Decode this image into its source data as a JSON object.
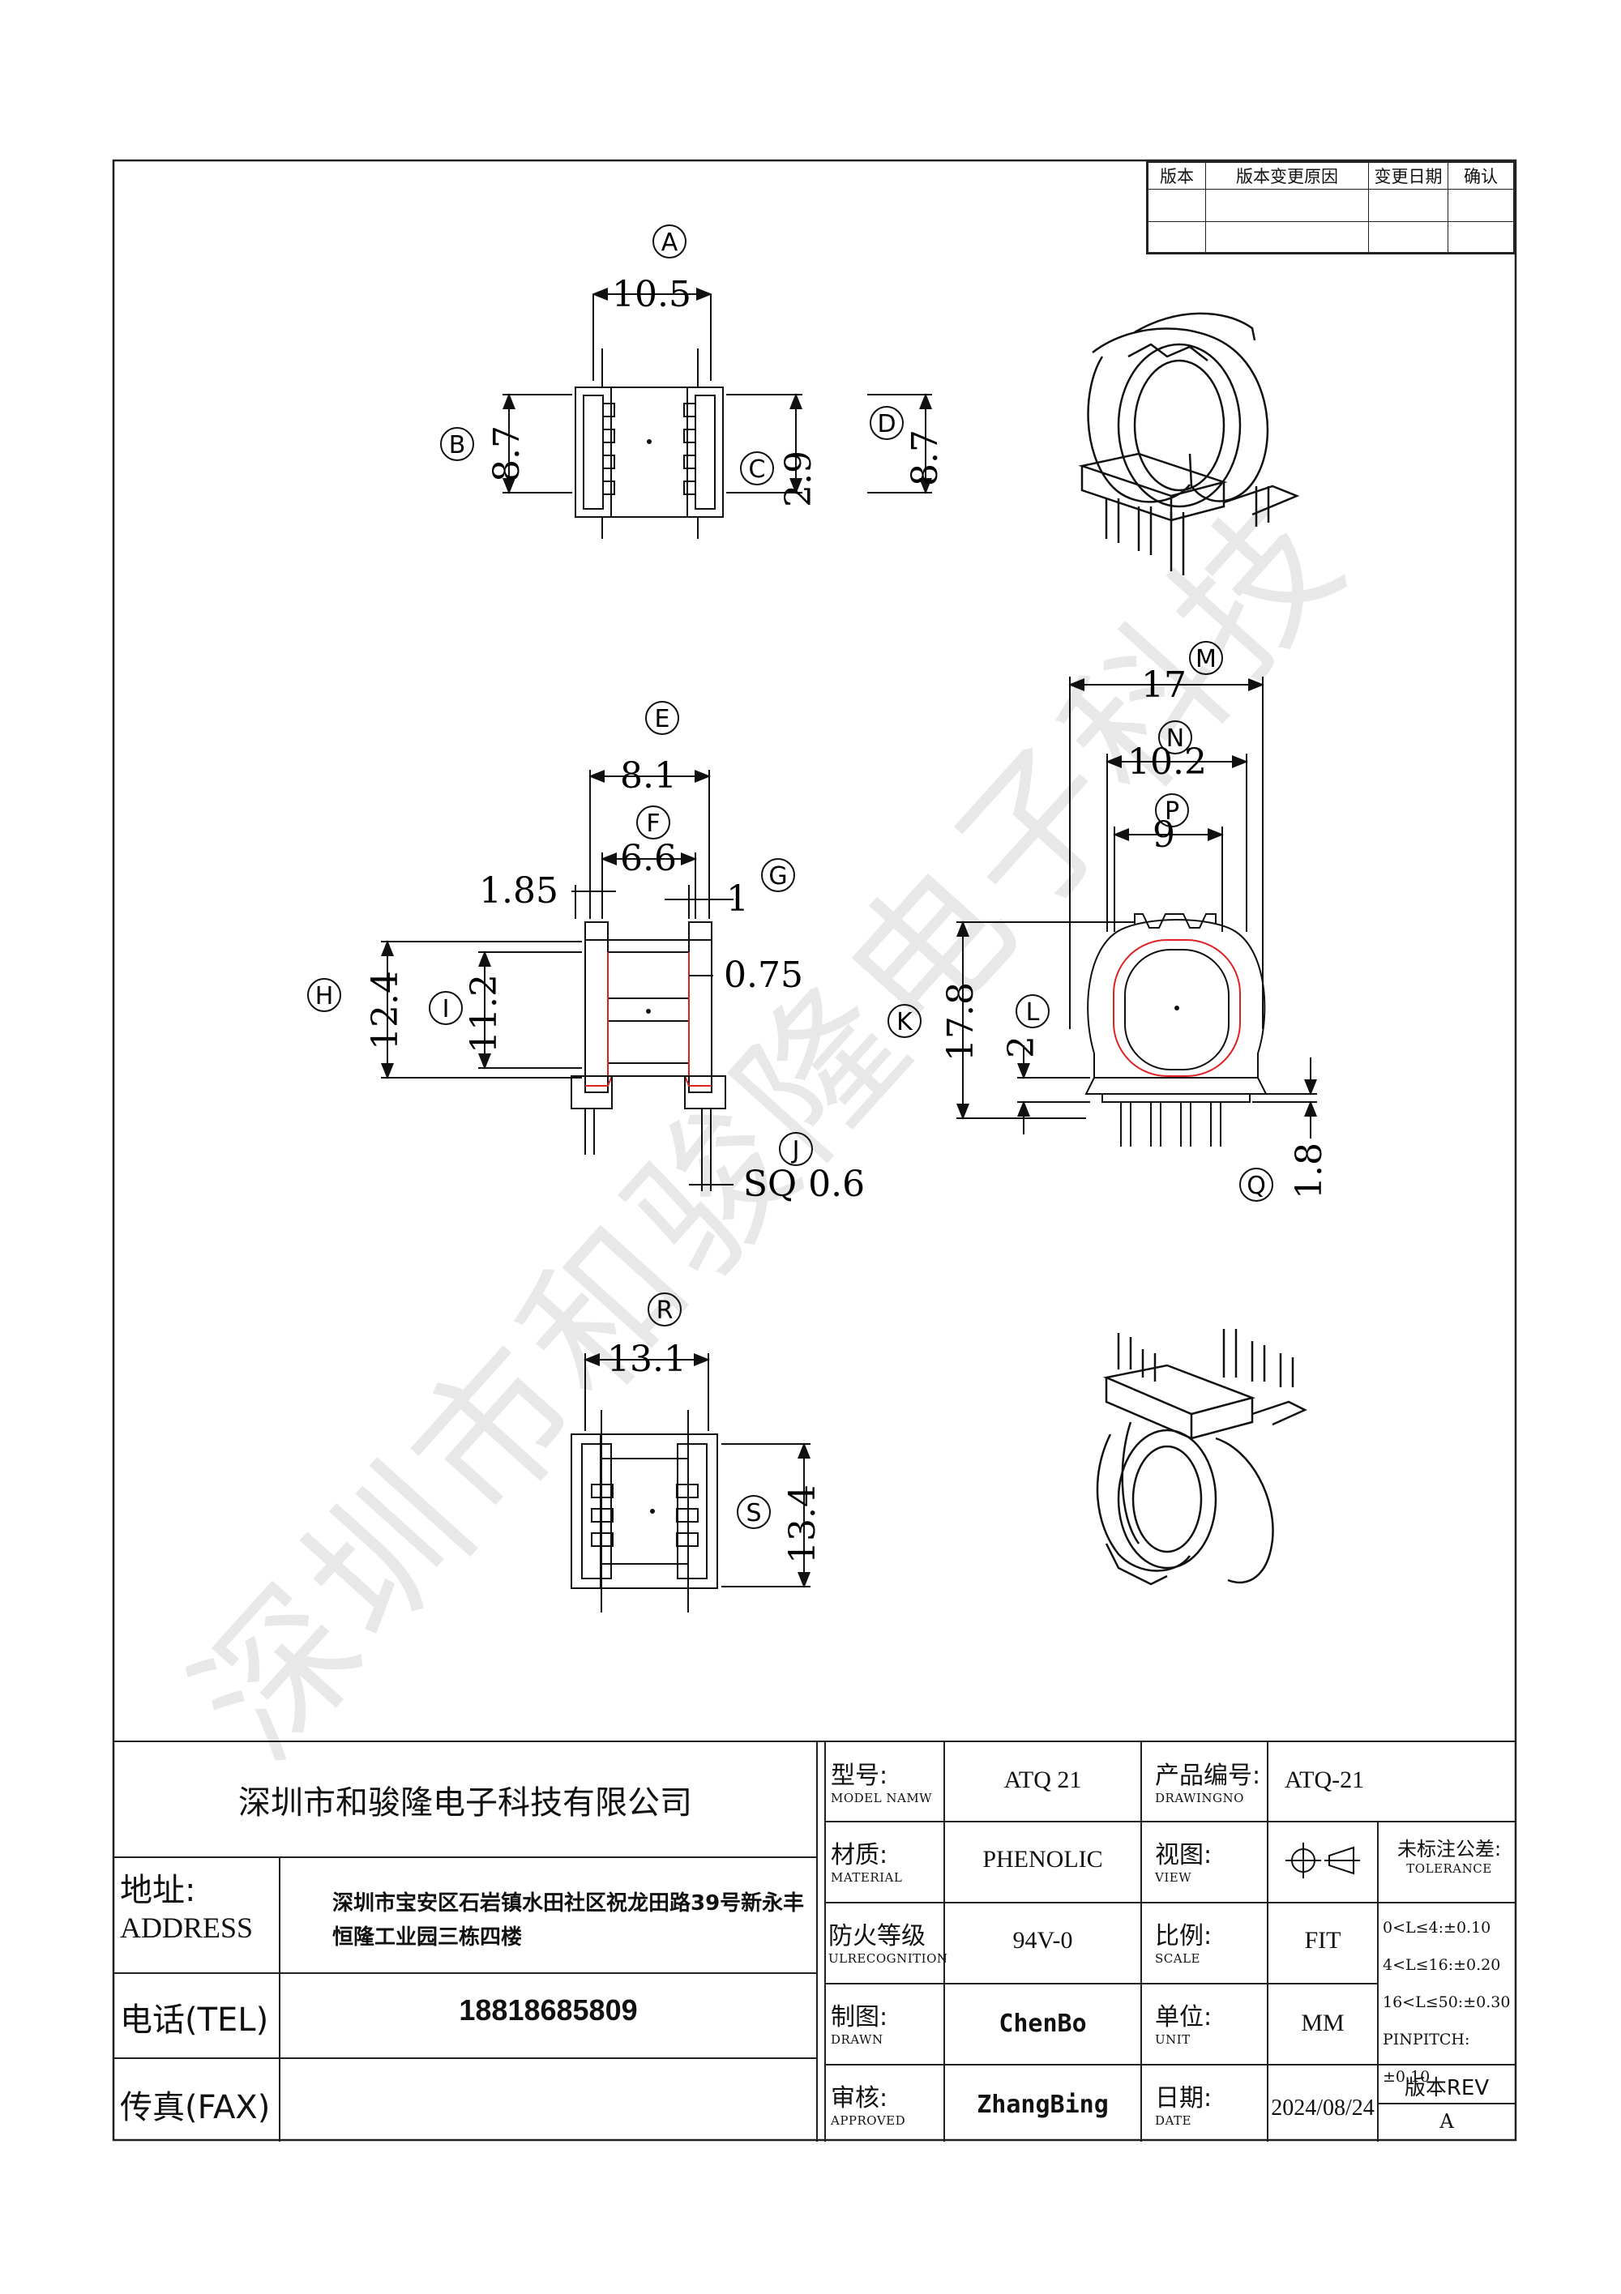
{
  "revision_table": {
    "headers": [
      "版本",
      "版本变更原因",
      "变更日期",
      "确认"
    ]
  },
  "watermark": "深圳市和骏隆电子科技",
  "views": {
    "top": {
      "callouts": [
        "A",
        "B",
        "C",
        "D"
      ],
      "dims": {
        "A": "10.5",
        "B": "8.7",
        "C": "2.9",
        "D": "8.7"
      }
    },
    "front": {
      "callouts": [
        "E",
        "F",
        "G",
        "H",
        "I",
        "J"
      ],
      "dims": {
        "E": "8.1",
        "F": "6.6",
        "G": "1",
        "H": "12.4",
        "I": "11.2",
        "J": "SQ 0.6",
        "flange": "1.85",
        "wall": "0.75"
      }
    },
    "side": {
      "callouts": [
        "M",
        "N",
        "P",
        "K",
        "L",
        "Q"
      ],
      "dims": {
        "M": "17",
        "N": "10.2",
        "P": "9",
        "K": "17.8",
        "L": "2",
        "Q": "1.8"
      }
    },
    "bottom": {
      "callouts": [
        "R",
        "S"
      ],
      "dims": {
        "R": "13.1",
        "S": "13.4"
      }
    }
  },
  "title_block": {
    "company": "深圳市和骏隆电子科技有限公司",
    "address_label_cn": "地址:",
    "address_label_en": "ADDRESS",
    "address_line1": "深圳市宝安区石岩镇水田社区祝龙田路39号新永丰",
    "address_line2": "恒隆工业园三栋四楼",
    "tel_label": "电话(TEL)",
    "tel": "18818685809",
    "fax_label": "传真(FAX)",
    "model_label_cn": "型号:",
    "model_label_en": "MODEL NAMW",
    "model": "ATQ 21",
    "drawingno_label_cn": "产品编号:",
    "drawingno_label_en": "DRAWINGNO",
    "drawingno": "ATQ-21",
    "material_label_cn": "材质:",
    "material_label_en": "MATERIAL",
    "material": "PHENOLIC",
    "view_label_cn": "视图:",
    "view_label_en": "VIEW",
    "tolerance_label_cn": "未标注公差:",
    "tolerance_label_en": "TOLERANCE",
    "tolerances": [
      "0<L≤4:±0.10",
      "4<L≤16:±0.20",
      "16<L≤50:±0.30",
      "PINPITCH:±0.10"
    ],
    "ul_label_cn": "防火等级",
    "ul_label_en": "ULRECOGNITION",
    "ul": "94V-0",
    "scale_label_cn": "比例:",
    "scale_label_en": "SCALE",
    "scale": "FIT",
    "drawn_label_cn": "制图:",
    "drawn_label_en": "DRAWN",
    "drawn": "ChenBo",
    "unit_label_cn": "单位:",
    "unit_label_en": "UNIT",
    "unit": "MM",
    "approved_label_cn": "审核:",
    "approved_label_en": "APPROVED",
    "approved": "ZhangBing",
    "date_label_cn": "日期:",
    "date_label_en": "DATE",
    "date": "2024/08/24",
    "rev_label": "版本REV",
    "rev": "A"
  }
}
